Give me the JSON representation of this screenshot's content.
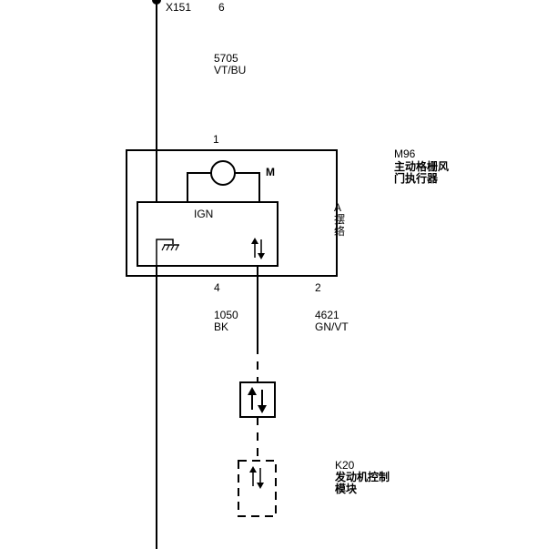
{
  "connector": {
    "name": "X151",
    "pin": "6"
  },
  "wire_top": {
    "circuit": "5705",
    "color": "VT/BU"
  },
  "actuator": {
    "ref": "M96",
    "name_line1": "主动格栅风",
    "name_line2": "门执行器",
    "pin_top": "1",
    "pin_bottom_left": "4",
    "pin_bottom_right": "2",
    "motor_label": "M",
    "ign_label": "IGN",
    "cut_label_1": "A",
    "cut_label_2": "摆",
    "cut_label_3": "络"
  },
  "wire_ground": {
    "circuit": "1050",
    "color": "BK"
  },
  "wire_lin": {
    "circuit": "4621",
    "color": "GN/VT"
  },
  "module": {
    "ref": "K20",
    "name_line1": "发动机控制",
    "name_line2": "模块"
  },
  "icons": [
    "splice-dot-icon",
    "motor-icon",
    "ground-icon",
    "bidirectional-arrow-icon"
  ]
}
